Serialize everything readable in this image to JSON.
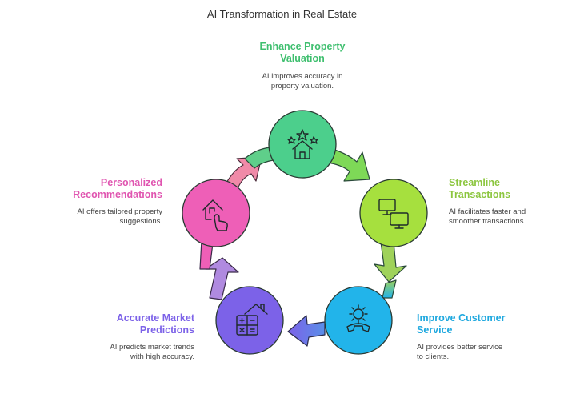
{
  "title": "AI Transformation in Real Estate",
  "colors": {
    "green": "#4ccf8c",
    "lime": "#a6e03e",
    "blue": "#22b4ea",
    "purple": "#7c62e8",
    "pink": "#ee5fb7"
  },
  "steps": [
    {
      "id": "valuation",
      "title": "Enhance Property Valuation",
      "title_line1": "Enhance Property",
      "title_line2": "Valuation",
      "desc_line1": "AI improves accuracy in",
      "desc_line2": "property valuation.",
      "icon": "house-stars-icon"
    },
    {
      "id": "transactions",
      "title": "Streamline Transactions",
      "title_line1": "Streamline",
      "title_line2": "Transactions",
      "desc_line1": "AI facilitates faster and",
      "desc_line2": "smoother transactions.",
      "icon": "monitors-icon"
    },
    {
      "id": "service",
      "title": "Improve Customer Service",
      "title_line1": "Improve Customer",
      "title_line2": "Service",
      "desc_line1": "AI provides better service",
      "desc_line2": "to clients.",
      "icon": "phone-gear-icon"
    },
    {
      "id": "predictions",
      "title": "Accurate Market Predictions",
      "title_line1": "Accurate Market",
      "title_line2": "Predictions",
      "desc_line1": "AI predicts market trends",
      "desc_line2": "with high accuracy.",
      "icon": "calculator-house-icon"
    },
    {
      "id": "recommendations",
      "title": "Personalized Recommendations",
      "title_line1": "Personalized",
      "title_line2": "Recommendations",
      "desc_line1": "AI offers tailored property",
      "desc_line2": "suggestions.",
      "icon": "house-hand-icon"
    }
  ]
}
